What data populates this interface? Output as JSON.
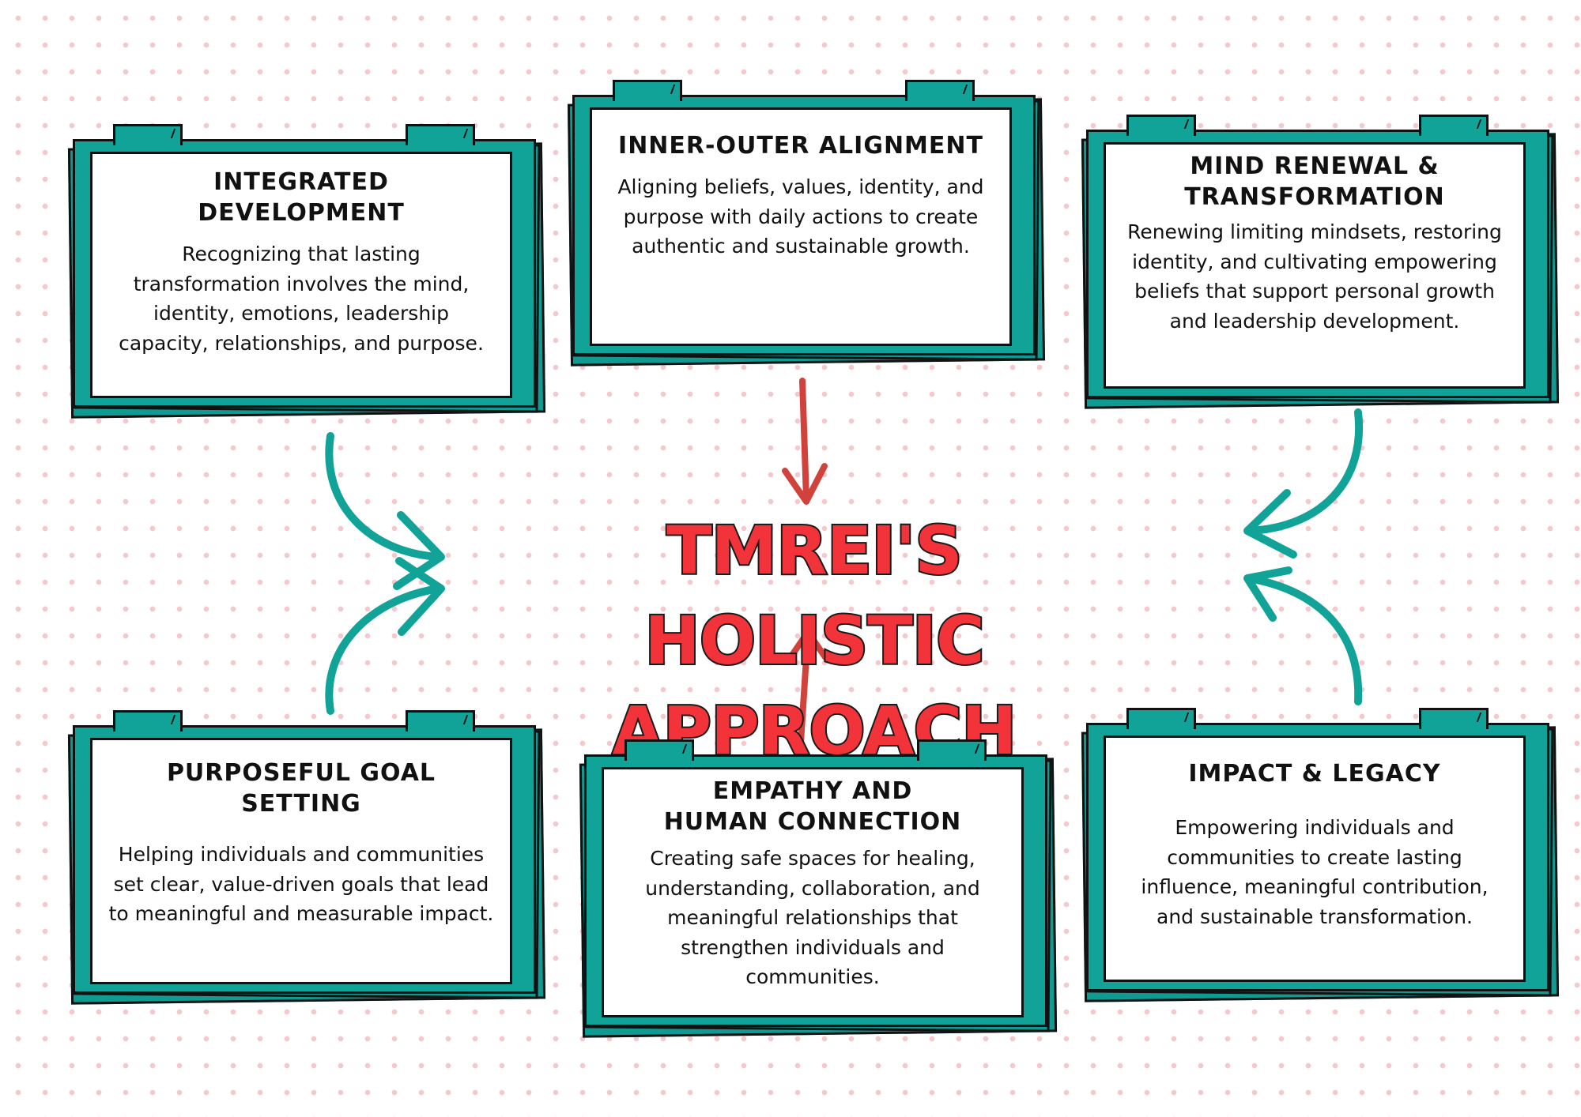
{
  "center_title": {
    "line1": "TMREI'S HOLISTIC",
    "line2": "APPROACH"
  },
  "colors": {
    "teal": "#12a398",
    "red": "#f2333a",
    "arrow_red": "#d2423c",
    "dot": "#f3c9cd"
  },
  "cards": [
    {
      "title": "INTEGRATED DEVELOPMENT",
      "body": "Recognizing that lasting transformation involves the mind, identity, emotions, leadership capacity, relationships, and purpose."
    },
    {
      "title": "INNER-OUTER  ALIGNMENT",
      "body": "Aligning beliefs, values, identity, and purpose with daily actions to create authentic and sustainable growth."
    },
    {
      "title": "MIND RENEWAL & TRANSFORMATION",
      "body": "Renewing limiting mindsets, restoring identity, and cultivating empowering beliefs that support personal growth and leadership development."
    },
    {
      "title": "PURPOSEFUL GOAL SETTING",
      "body": "Helping individuals and communities set clear, value-driven goals that lead to meaningful and measurable impact."
    },
    {
      "title": "EMPATHY AND HUMAN CONNECTION",
      "body": "Creating safe spaces for healing, understanding, collaboration, and meaningful relationships that strengthen individuals and communities."
    },
    {
      "title": "IMPACT & LEGACY",
      "body": "Empowering individuals and communities to create lasting influence, meaningful contribution, and sustainable transformation."
    }
  ]
}
